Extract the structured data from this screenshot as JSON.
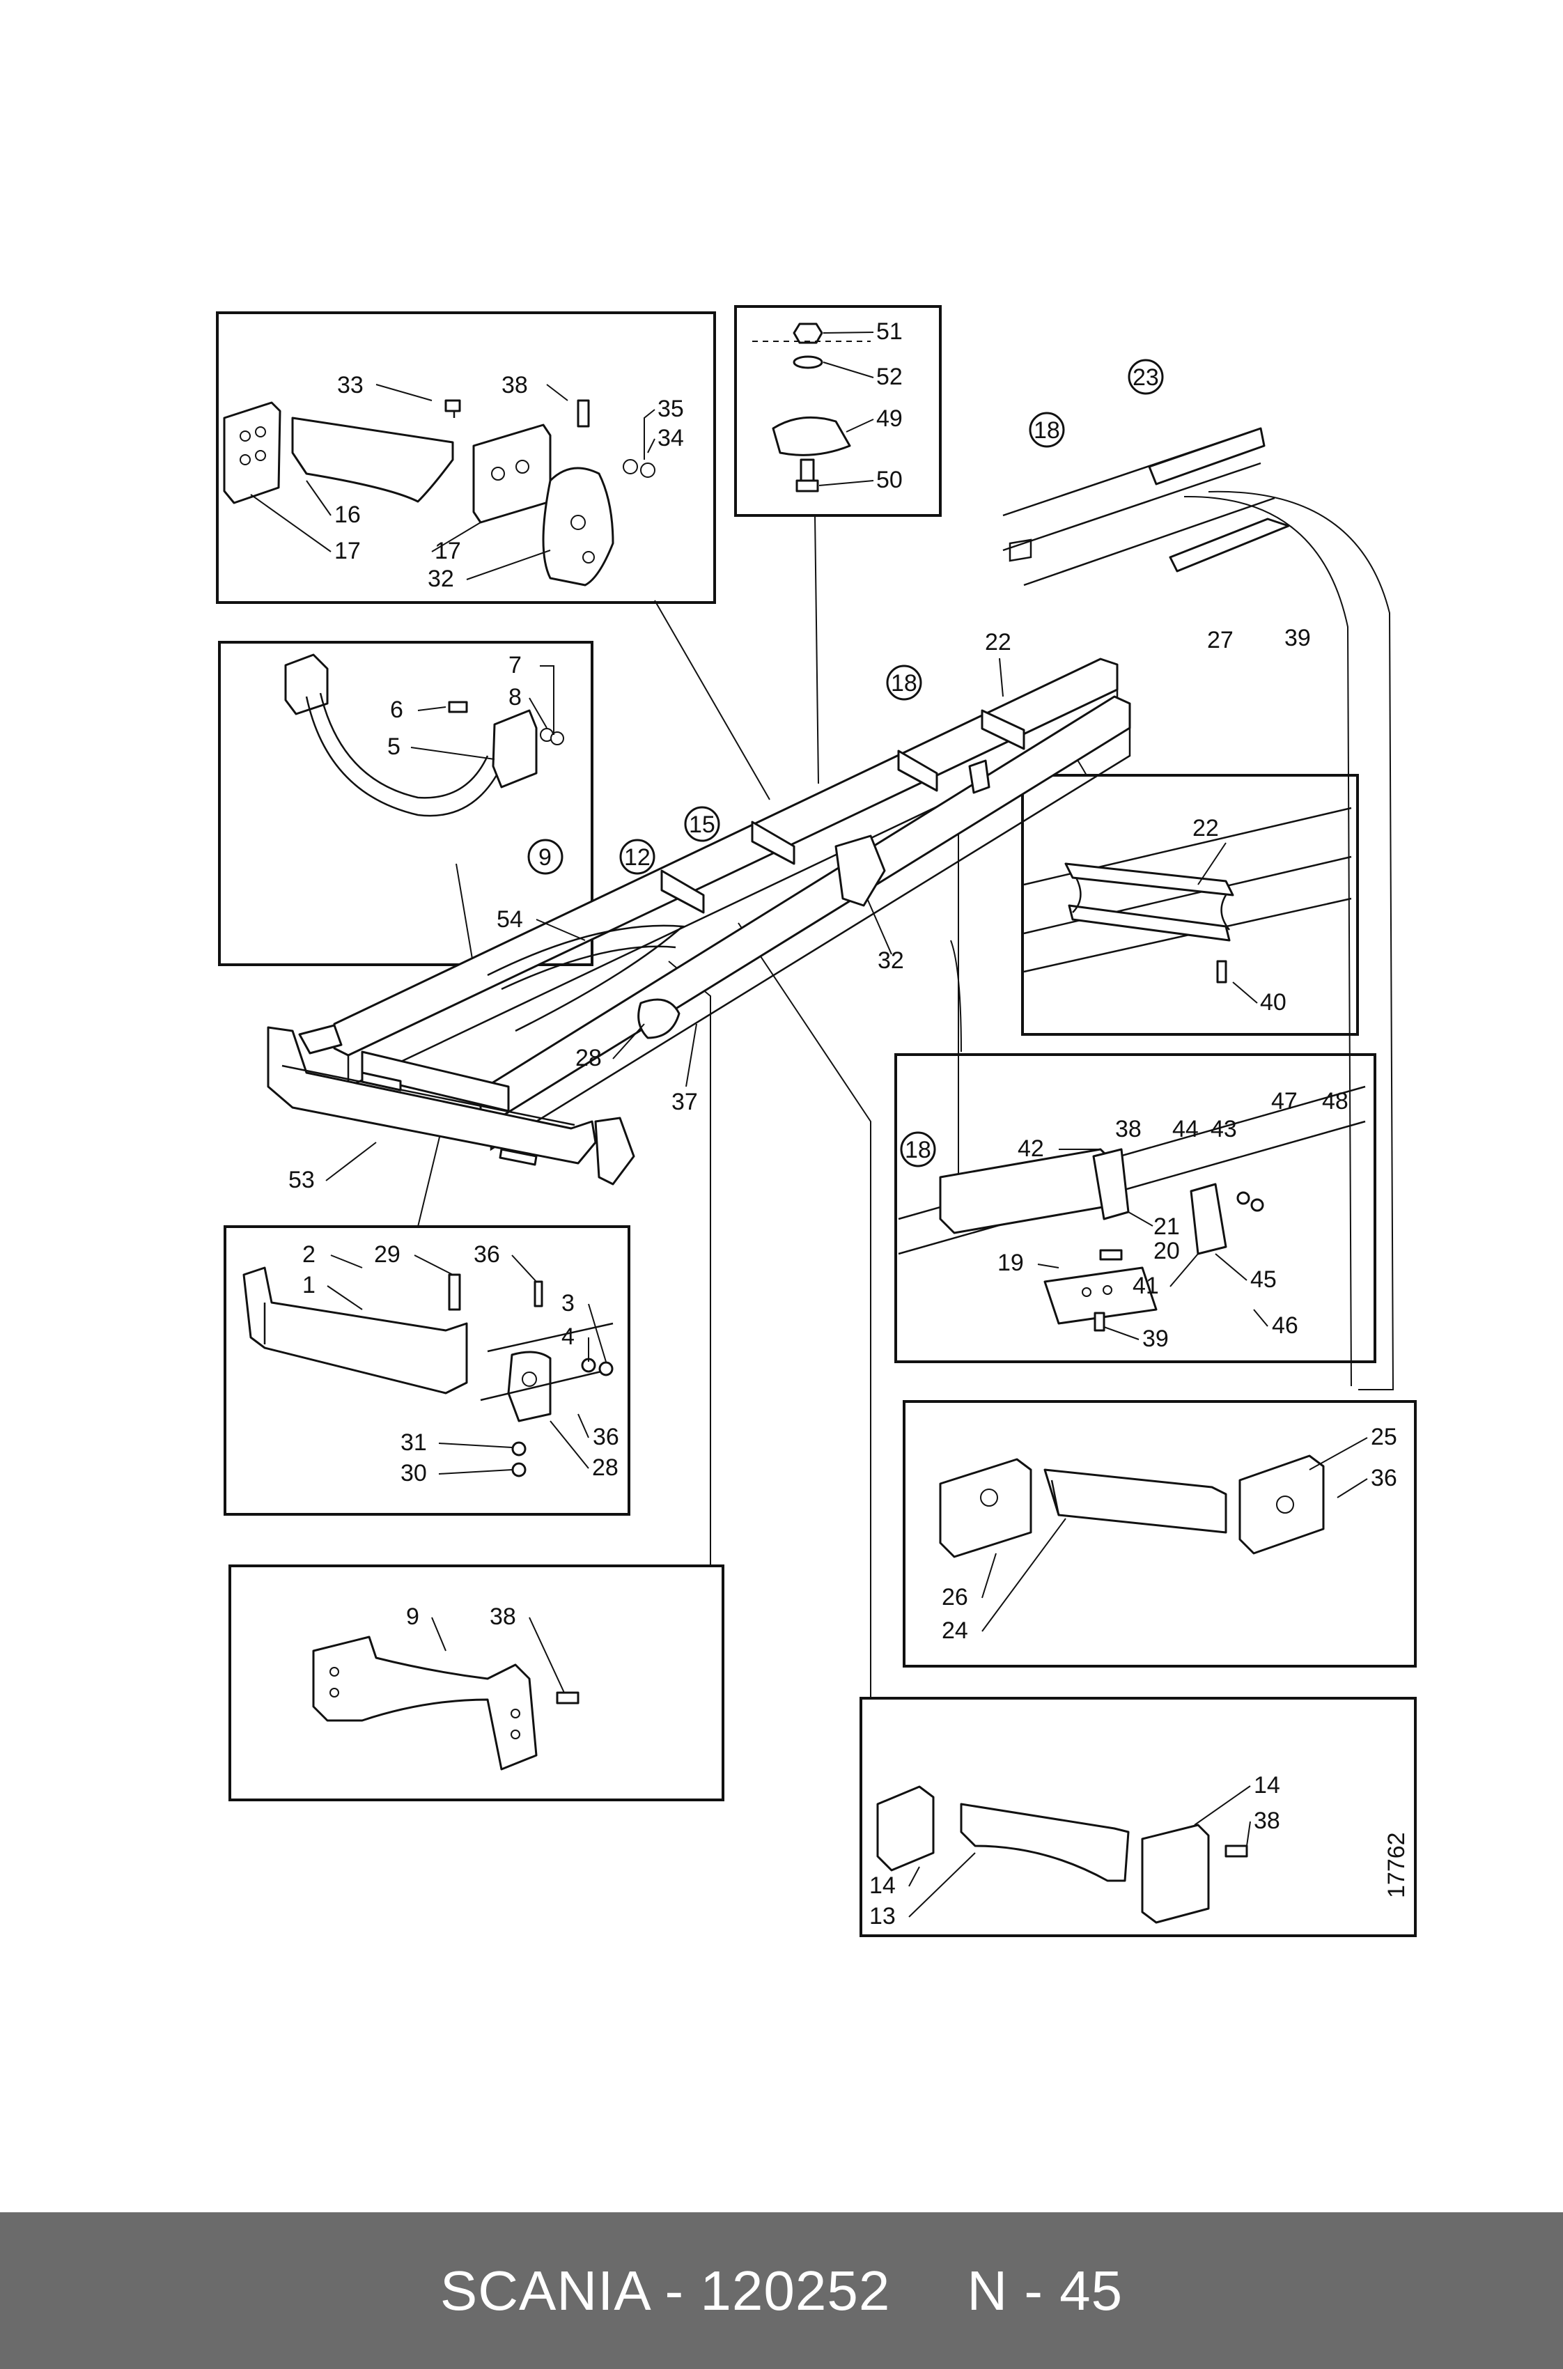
{
  "drawing_number": "17762",
  "footer": {
    "brand_part": "SCANIA - 120252",
    "page_ref": "N - 45"
  },
  "callouts": {
    "p1": "1",
    "p2": "2",
    "p3": "3",
    "p4": "4",
    "p5": "5",
    "p6": "6",
    "p7": "7",
    "p8": "8",
    "p9": "9",
    "p12": "12",
    "p13": "13",
    "p14": "14",
    "p15": "15",
    "p16": "16",
    "p17": "17",
    "p18": "18",
    "p19": "19",
    "p20": "20",
    "p21": "21",
    "p22": "22",
    "p23": "23",
    "p24": "24",
    "p25": "25",
    "p26": "26",
    "p27": "27",
    "p28": "28",
    "p29": "29",
    "p30": "30",
    "p31": "31",
    "p32": "32",
    "p33": "33",
    "p34": "34",
    "p35": "35",
    "p36": "36",
    "p37": "37",
    "p38": "38",
    "p39": "39",
    "p40": "40",
    "p41": "41",
    "p42": "42",
    "p43": "43",
    "p44": "44",
    "p45": "45",
    "p46": "46",
    "p47": "47",
    "p48": "48",
    "p49": "49",
    "p50": "50",
    "p51": "51",
    "p52": "52",
    "p53": "53",
    "p54": "54"
  }
}
